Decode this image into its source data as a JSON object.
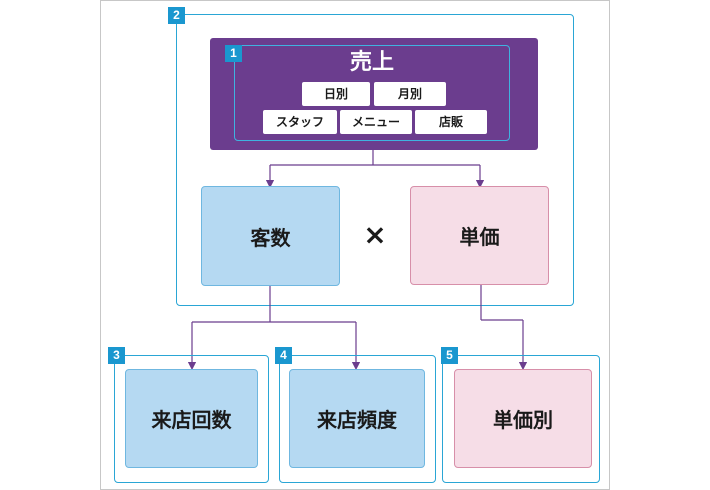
{
  "badges": {
    "b1": "1",
    "b2": "2",
    "b3": "3",
    "b4": "4",
    "b5": "5"
  },
  "sales": {
    "title": "売上",
    "chips": [
      "日別",
      "月別",
      "スタッフ",
      "メニュー",
      "店販"
    ]
  },
  "nodes": {
    "customers": "客数",
    "unit_price": "単価",
    "operator": "×",
    "visit_count": "来店回数",
    "visit_frequency": "来店頻度",
    "price_breakdown": "単価別"
  },
  "colors": {
    "purple": "#6b3d8e",
    "outline_blue": "#2aa6d5",
    "node_blue": "#b5d9f2",
    "node_pink": "#f6dde7",
    "arrow": "#6b3d8e"
  }
}
